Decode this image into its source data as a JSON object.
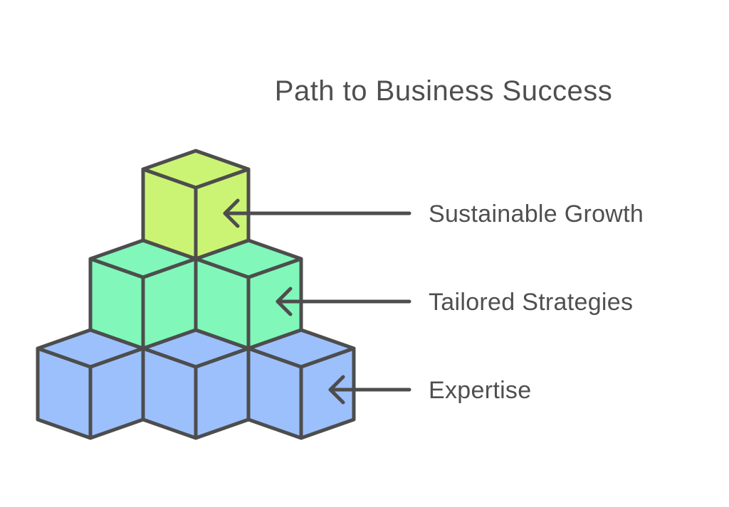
{
  "title": "Path to Business Success",
  "colors": {
    "background": "#ffffff",
    "outline": "#4d4d4d",
    "arrow": "#4d4d4d",
    "text": "#4f4f4f"
  },
  "pyramid": {
    "levels": [
      {
        "label": "Sustainable Growth",
        "color": "#cbf475",
        "cubes": 1
      },
      {
        "label": "Tailored Strategies",
        "color": "#81f7ba",
        "cubes": 2
      },
      {
        "label": "Expertise",
        "color": "#9cc0fc",
        "cubes": 3
      }
    ]
  }
}
